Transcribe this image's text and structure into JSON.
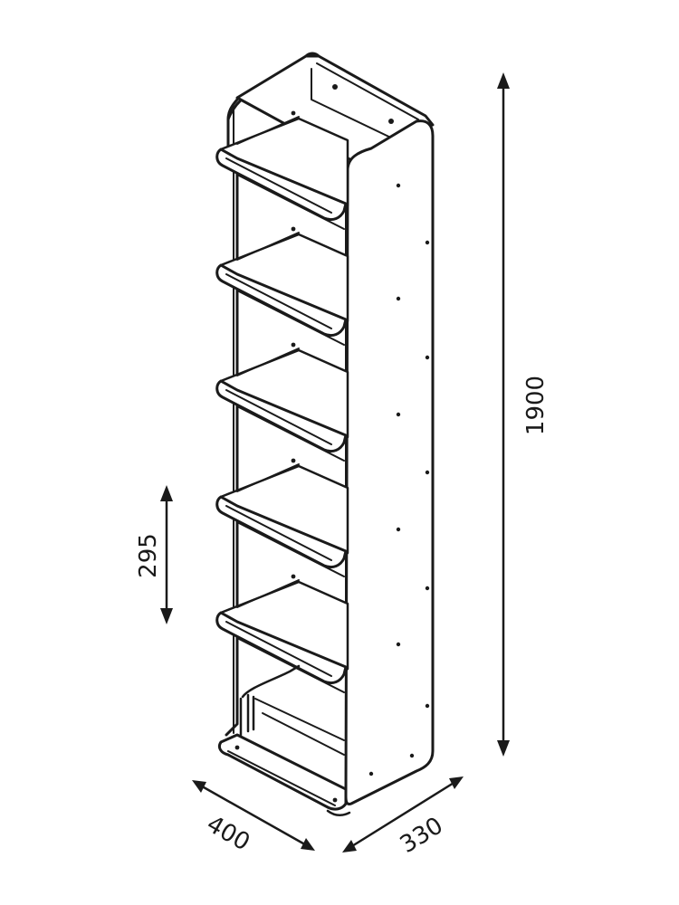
{
  "dimensions": {
    "height": "1900",
    "shelf_spacing": "295",
    "width": "400",
    "depth": "330"
  },
  "drawing": {
    "subject": "bookshelf-sketch",
    "shelf_count": 5,
    "ink_color": "#1a1a1a",
    "background_color": "#ffffff"
  }
}
